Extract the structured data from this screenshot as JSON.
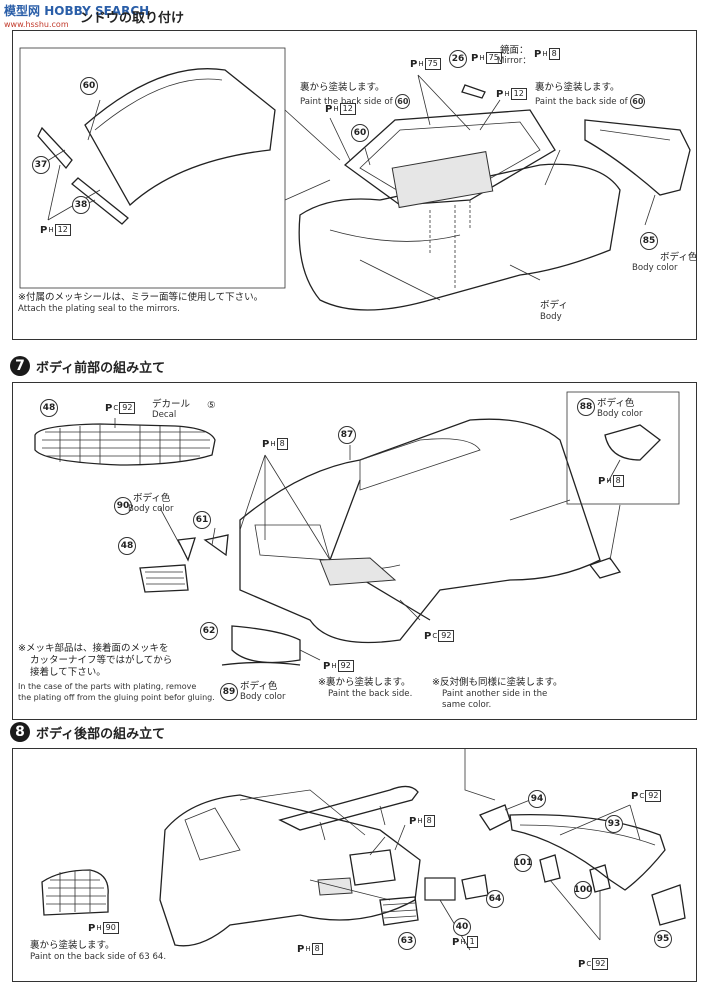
{
  "watermark": {
    "brand": "模型网",
    "search": "HOBBY SEARCH",
    "site": "www.hsshu.com"
  },
  "section6": {
    "title_partial": "ンドウの取り付け",
    "labels": {
      "back_paint_jp_1": "裏から塗装します。",
      "back_paint_en_1": "Paint the back side of",
      "back_paint_jp_2": "裏から塗装します。",
      "back_paint_en_2": "Paint the back side of",
      "mirror_jp": "鏡面：",
      "mirror_en": "Mirror：",
      "body_color_jp": "ボディ色",
      "body_color_en": "Body color",
      "body_jp": "ボディ",
      "body_en": "Body",
      "note_jp": "※付属のメッキシールは、ミラー面等に使用して下さい。",
      "note_en": "Attach the plating seal to the mirrors."
    },
    "parts": [
      "60",
      "37",
      "38",
      "26",
      "60",
      "60",
      "60",
      "85"
    ],
    "paint": {
      "ph12_a": "12",
      "ph75_a": "75",
      "ph75_b": "75",
      "ph8_a": "8",
      "ph12_b": "12",
      "ph12_c": "12"
    }
  },
  "section7": {
    "number": "7",
    "title": "ボディ前部の組み立て",
    "labels": {
      "decal_jp": "デカール",
      "decal_en": "Decal",
      "decal_no": "⑤",
      "body_color_90_jp": "ボディ色",
      "body_color_90_en": "Body color",
      "body_color_88_jp": "ボディ色",
      "body_color_88_en": "Body color",
      "body_color_89_jp": "ボディ色",
      "body_color_89_en": "Body color",
      "note_plating_jp_1": "※メッキ部品は、接着面のメッキを",
      "note_plating_jp_2": "カッターナイフ等ではがしてから",
      "note_plating_jp_3": "接着して下さい。",
      "note_plating_en_1": "In the case of the parts with plating, remove",
      "note_plating_en_2": "the plating off from the gluing point befor gluing.",
      "back_jp": "※裏から塗装します。",
      "back_en": "Paint the back side.",
      "other_jp": "※反対側も同様に塗装します。",
      "other_en_1": "Paint another side in the",
      "other_en_2": "same color."
    },
    "parts": [
      "48",
      "87",
      "88",
      "90",
      "61",
      "48",
      "62",
      "89"
    ],
    "paint": {
      "pc92_a": "92",
      "ph8_a": "8",
      "ph8_b": "8",
      "pc92_b": "92",
      "ph92": "92"
    }
  },
  "section8": {
    "number": "8",
    "title": "ボディ後部の組み立て",
    "labels": {
      "back_jp": "裏から塗装します。",
      "back_en": "Paint on the back side of",
      "back_parts": "63 64"
    },
    "parts": [
      "94",
      "93",
      "101",
      "100",
      "95",
      "64",
      "40",
      "63"
    ],
    "paint": {
      "pc92_a": "92",
      "ph8_a": "8",
      "ph90": "90",
      "ph8_b": "8",
      "ph1": "1",
      "pc92_b": "92"
    }
  }
}
